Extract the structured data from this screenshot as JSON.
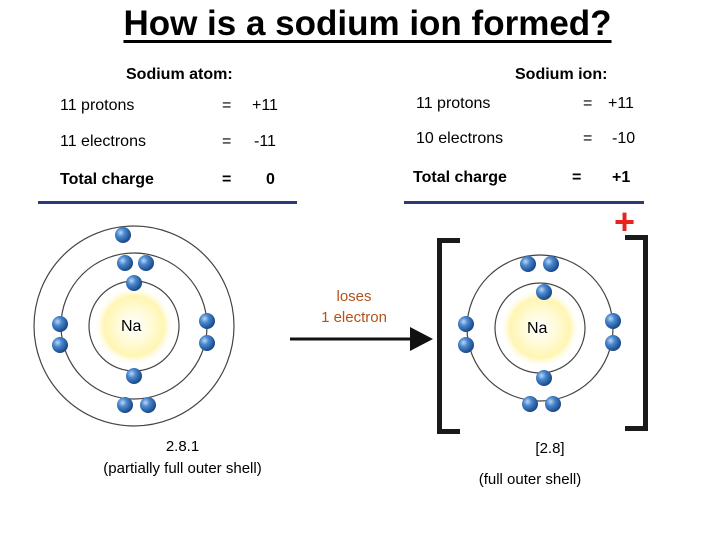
{
  "title": "How is a sodium ion formed?",
  "atom": {
    "heading": "Sodium atom:",
    "rows": [
      {
        "label": "11 protons",
        "eq": "=",
        "value": "+11"
      },
      {
        "label": "11 electrons",
        "eq": "=",
        "value": "-11"
      },
      {
        "label": "Total charge",
        "eq": "=",
        "value": "0"
      }
    ],
    "nucleus_label": "Na",
    "config": "2.8.1",
    "shell_note": "(partially full outer shell)"
  },
  "ion": {
    "heading": "Sodium ion:",
    "rows": [
      {
        "label": "11 protons",
        "eq": "=",
        "value": "+11"
      },
      {
        "label": "10 electrons",
        "eq": "=",
        "value": "-10"
      },
      {
        "label": "Total charge",
        "eq": "=",
        "value": "+1"
      }
    ],
    "nucleus_label": "Na",
    "config": "[2.8]",
    "shell_note": "(full outer shell)",
    "charge_symbol": "+"
  },
  "arrow": {
    "line1": "loses",
    "line2": "1 electron"
  },
  "colors": {
    "divider": "#2e3a78",
    "charge_plus": "#e8231f",
    "arrow_text": "#b5521b",
    "electron": "#2f6db5",
    "nucleus_glow": "#fff3a0"
  }
}
